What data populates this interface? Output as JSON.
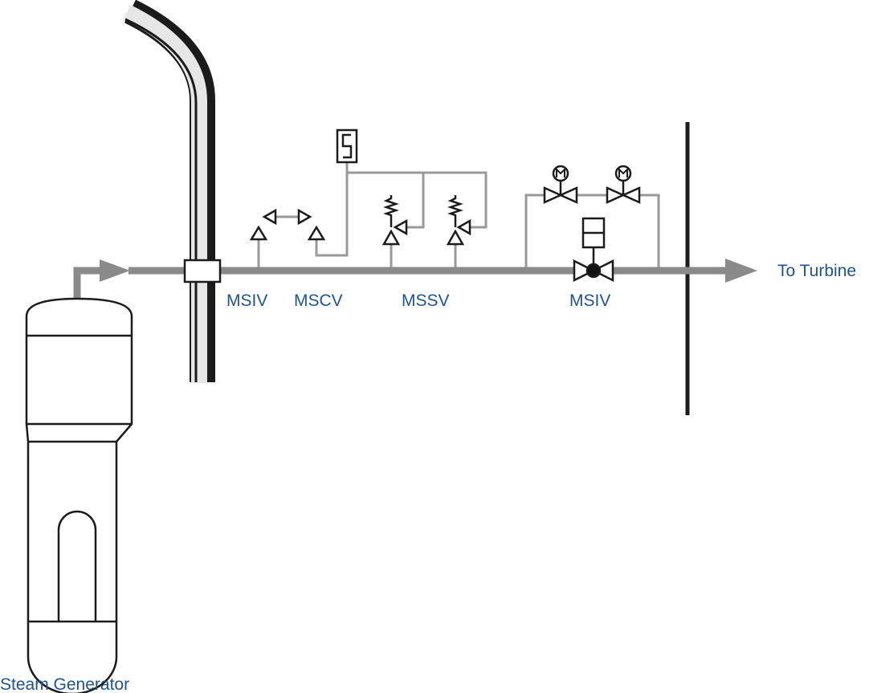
{
  "labels": {
    "msiv_left": "MSIV",
    "mscv": "MSCV",
    "mssv": "MSSV",
    "msiv_right": "MSIV",
    "to_turbine": "To Turbine",
    "steam_generator": "Steam Generator"
  },
  "colors": {
    "label_text": "#1f5391",
    "main_pipe": "#8a8a8a",
    "branch_pipe": "#999999",
    "symbol_stroke": "#231f20",
    "wall_fill": "#e6e6e6",
    "barrier": "#231f20"
  },
  "icons": {
    "msiv_left": "penetration-sleeve",
    "mscv": "check-valves",
    "mssv": "spring-relief-valves",
    "msiv_right": "actuated-gate-valve",
    "bypass": "motor-operated-valves",
    "pilot": "pilot-device"
  }
}
